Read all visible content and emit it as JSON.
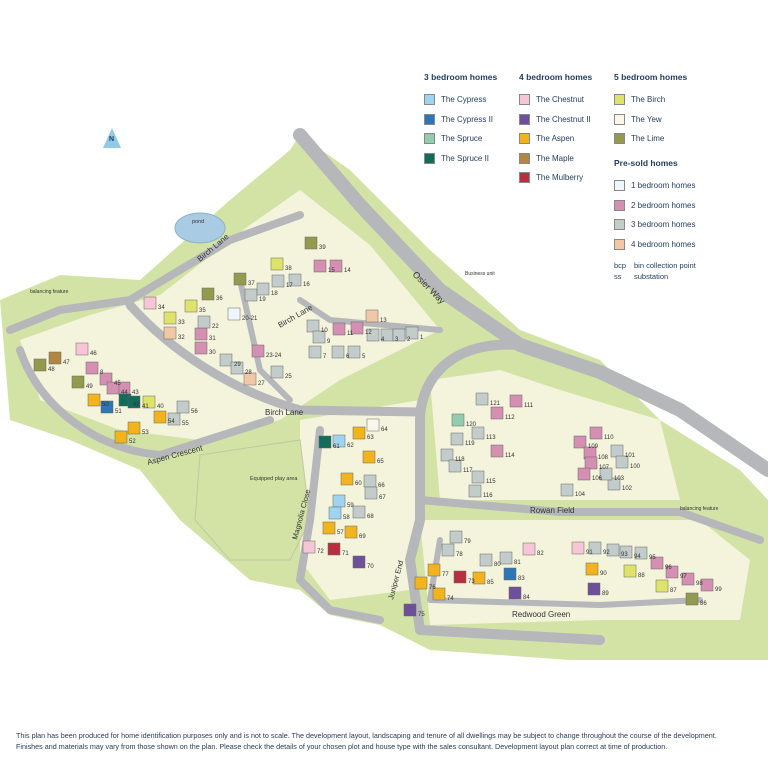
{
  "legend": {
    "groups": [
      {
        "title": "3 bedroom homes",
        "items": [
          {
            "label": "The Cypress",
            "color": "#9fd3f0"
          },
          {
            "label": "The Cypress II",
            "color": "#2f76b4"
          },
          {
            "label": "The Spruce",
            "color": "#93cdb0"
          },
          {
            "label": "The Spruce II",
            "color": "#136b5a"
          }
        ]
      },
      {
        "title": "4 bedroom homes",
        "items": [
          {
            "label": "The Chestnut",
            "color": "#f7c6d6"
          },
          {
            "label": "The Chestnut II",
            "color": "#6e4f9c"
          },
          {
            "label": "The Aspen",
            "color": "#f2b31c"
          },
          {
            "label": "The Maple",
            "color": "#b08642"
          },
          {
            "label": "The Mulberry",
            "color": "#b83040"
          }
        ]
      },
      {
        "title": "5 bedroom homes",
        "items": [
          {
            "label": "The Birch",
            "color": "#dfe36a"
          },
          {
            "label": "The Yew",
            "color": "#fbf6ea"
          },
          {
            "label": "The Lime",
            "color": "#939a4e"
          }
        ]
      },
      {
        "title": "Pre-sold homes",
        "items": [
          {
            "label": "1 bedroom homes",
            "color": "#eef5fb"
          },
          {
            "label": "2 bedroom homes",
            "color": "#d48fb2"
          },
          {
            "label": "3 bedroom homes",
            "color": "#c2ccca"
          },
          {
            "label": "4 bedroom homes",
            "color": "#f1c7a6"
          }
        ]
      }
    ],
    "abbreviations": [
      {
        "code": "bcp",
        "meaning": "bin collection point"
      },
      {
        "code": "ss",
        "meaning": "substation"
      }
    ]
  },
  "map": {
    "north_label": "N",
    "roads": [
      "Osier Way",
      "Birch Lane",
      "Birch Lane",
      "Birch Lane",
      "Aspen Crescent",
      "Magnolia Close",
      "Juniper End",
      "Rowan Field",
      "Redwood Green"
    ],
    "areas": [
      "pond",
      "balancing feature",
      "balancing feature",
      "Equipped play area",
      "Business unit"
    ],
    "colors": {
      "green": "#d3e3a6",
      "road": "#b5b7ba",
      "plot_ground": "#f4f3dc"
    },
    "plots": [
      {
        "n": "39",
        "t": "lime"
      },
      {
        "n": "38",
        "t": "birch"
      },
      {
        "n": "16",
        "t": "presold3"
      },
      {
        "n": "15",
        "t": "presold2"
      },
      {
        "n": "14",
        "t": "presold2"
      },
      {
        "n": "37",
        "t": "lime"
      },
      {
        "n": "36",
        "t": "lime"
      },
      {
        "n": "35",
        "t": "birch"
      },
      {
        "n": "34",
        "t": "chestnut"
      },
      {
        "n": "33",
        "t": "birch"
      },
      {
        "n": "32",
        "t": "presold4"
      },
      {
        "n": "31",
        "t": "presold2"
      },
      {
        "n": "30",
        "t": "presold2"
      },
      {
        "n": "22",
        "t": "presold3"
      },
      {
        "n": "19",
        "t": "presold3"
      },
      {
        "n": "18",
        "t": "presold3"
      },
      {
        "n": "17",
        "t": "presold3"
      },
      {
        "n": "20-21",
        "t": "presold1"
      },
      {
        "n": "13",
        "t": "presold4"
      },
      {
        "n": "12",
        "t": "presold2"
      },
      {
        "n": "11",
        "t": "presold2"
      },
      {
        "n": "10",
        "t": "presold3"
      },
      {
        "n": "9",
        "t": "presold3"
      },
      {
        "n": "7",
        "t": "presold3"
      },
      {
        "n": "6",
        "t": "presold3"
      },
      {
        "n": "5",
        "t": "presold3"
      },
      {
        "n": "4",
        "t": "presold3"
      },
      {
        "n": "3",
        "t": "presold3"
      },
      {
        "n": "2",
        "t": "presold3"
      },
      {
        "n": "1",
        "t": "presold3"
      },
      {
        "n": "23-24",
        "t": "presold2"
      },
      {
        "n": "29",
        "t": "presold3"
      },
      {
        "n": "28",
        "t": "presold3"
      },
      {
        "n": "27",
        "t": "presold4"
      },
      {
        "n": "25",
        "t": "presold3"
      },
      {
        "n": "47",
        "t": "maple"
      },
      {
        "n": "48",
        "t": "lime"
      },
      {
        "n": "46",
        "t": "chestnut"
      },
      {
        "n": "49",
        "t": "lime"
      },
      {
        "n": "45",
        "t": "presold2"
      },
      {
        "n": "8",
        "t": "presold2"
      },
      {
        "n": "43",
        "t": "presold2"
      },
      {
        "n": "44",
        "t": "presold2"
      },
      {
        "n": "42",
        "t": "spruce2"
      },
      {
        "n": "41",
        "t": "spruce2"
      },
      {
        "n": "40",
        "t": "birch"
      },
      {
        "n": "50",
        "t": "aspen"
      },
      {
        "n": "51",
        "t": "cypress2"
      },
      {
        "n": "53",
        "t": "aspen"
      },
      {
        "n": "54",
        "t": "aspen"
      },
      {
        "n": "55",
        "t": "presold3"
      },
      {
        "n": "56",
        "t": "presold3"
      },
      {
        "n": "52",
        "t": "aspen"
      },
      {
        "n": "61",
        "t": "spruce2"
      },
      {
        "n": "62",
        "t": "cypress"
      },
      {
        "n": "63",
        "t": "aspen"
      },
      {
        "n": "64",
        "t": "yew"
      },
      {
        "n": "65",
        "t": "aspen"
      },
      {
        "n": "60",
        "t": "aspen"
      },
      {
        "n": "66",
        "t": "presold3"
      },
      {
        "n": "67",
        "t": "presold3"
      },
      {
        "n": "59",
        "t": "cypress"
      },
      {
        "n": "58",
        "t": "cypress"
      },
      {
        "n": "68",
        "t": "presold3"
      },
      {
        "n": "57",
        "t": "aspen"
      },
      {
        "n": "69",
        "t": "aspen"
      },
      {
        "n": "72",
        "t": "chestnut"
      },
      {
        "n": "71",
        "t": "mulberry"
      },
      {
        "n": "70",
        "t": "chestnut2"
      },
      {
        "n": "121",
        "t": "presold3"
      },
      {
        "n": "111",
        "t": "presold2"
      },
      {
        "n": "112",
        "t": "presold2"
      },
      {
        "n": "120",
        "t": "spruce"
      },
      {
        "n": "113",
        "t": "presold3"
      },
      {
        "n": "119",
        "t": "presold3"
      },
      {
        "n": "114",
        "t": "presold2"
      },
      {
        "n": "118",
        "t": "presold3"
      },
      {
        "n": "117",
        "t": "presold3"
      },
      {
        "n": "115",
        "t": "presold3"
      },
      {
        "n": "116",
        "t": "presold3"
      },
      {
        "n": "110",
        "t": "presold2"
      },
      {
        "n": "109",
        "t": "presold2"
      },
      {
        "n": "101",
        "t": "presold3"
      },
      {
        "n": "108",
        "t": "presold2"
      },
      {
        "n": "107",
        "t": "presold2"
      },
      {
        "n": "100",
        "t": "presold3"
      },
      {
        "n": "106",
        "t": "presold2"
      },
      {
        "n": "102",
        "t": "presold3"
      },
      {
        "n": "103",
        "t": "presold3"
      },
      {
        "n": "104",
        "t": "presold3"
      },
      {
        "n": "79",
        "t": "presold3"
      },
      {
        "n": "78",
        "t": "presold3"
      },
      {
        "n": "82",
        "t": "chestnut"
      },
      {
        "n": "91",
        "t": "chestnut"
      },
      {
        "n": "92",
        "t": "presold3"
      },
      {
        "n": "93",
        "t": "presold3"
      },
      {
        "n": "94",
        "t": "presold3"
      },
      {
        "n": "95",
        "t": "presold3"
      },
      {
        "n": "96",
        "t": "presold2"
      },
      {
        "n": "97",
        "t": "presold2"
      },
      {
        "n": "98",
        "t": "presold2"
      },
      {
        "n": "99",
        "t": "presold2"
      },
      {
        "n": "80",
        "t": "presold3"
      },
      {
        "n": "81",
        "t": "presold3"
      },
      {
        "n": "77",
        "t": "aspen"
      },
      {
        "n": "76",
        "t": "aspen"
      },
      {
        "n": "73",
        "t": "mulberry"
      },
      {
        "n": "74",
        "t": "aspen"
      },
      {
        "n": "75",
        "t": "chestnut2"
      },
      {
        "n": "85",
        "t": "aspen"
      },
      {
        "n": "83",
        "t": "cypress2"
      },
      {
        "n": "84",
        "t": "chestnut2"
      },
      {
        "n": "90",
        "t": "aspen"
      },
      {
        "n": "88",
        "t": "birch"
      },
      {
        "n": "89",
        "t": "chestnut2"
      },
      {
        "n": "87",
        "t": "birch"
      },
      {
        "n": "86",
        "t": "lime"
      }
    ]
  },
  "disclaimer": [
    "This plan has been produced for home identification purposes only and is not to scale. The development layout, landscaping and tenure of all dwellings may be subject to change throughout the course of the development.",
    "Finishes and materials may vary from those shown on the plan. Please check the details of your chosen plot and house type with the sales consultant. Development layout plan correct at time of production."
  ]
}
